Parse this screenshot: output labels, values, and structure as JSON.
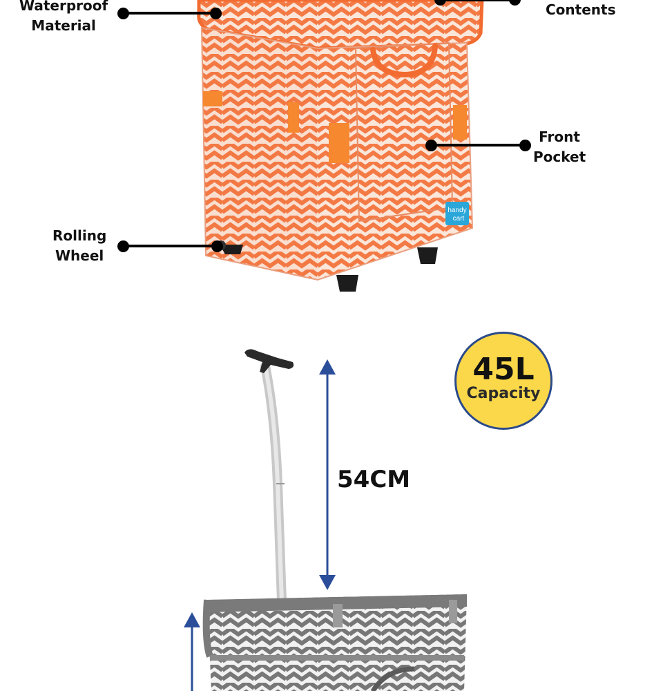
{
  "labels": {
    "waterproof": [
      "Waterproof",
      "Material"
    ],
    "contents": "Contents",
    "front_pocket": [
      "Front",
      "Pocket"
    ],
    "rolling_wheel": [
      "Rolling",
      "Wheel"
    ]
  },
  "brand": [
    "handy",
    "cart"
  ],
  "dimension": "54CM",
  "capacity": {
    "value": "45L",
    "label": "Capacity"
  },
  "colors": {
    "orange_bag": "#f47a45",
    "grey_bag": "#7a7a7a",
    "arrow_blue": "#2b4e9a",
    "badge_yellow": "#fbd84a",
    "badge_border": "#2b4a8a"
  }
}
